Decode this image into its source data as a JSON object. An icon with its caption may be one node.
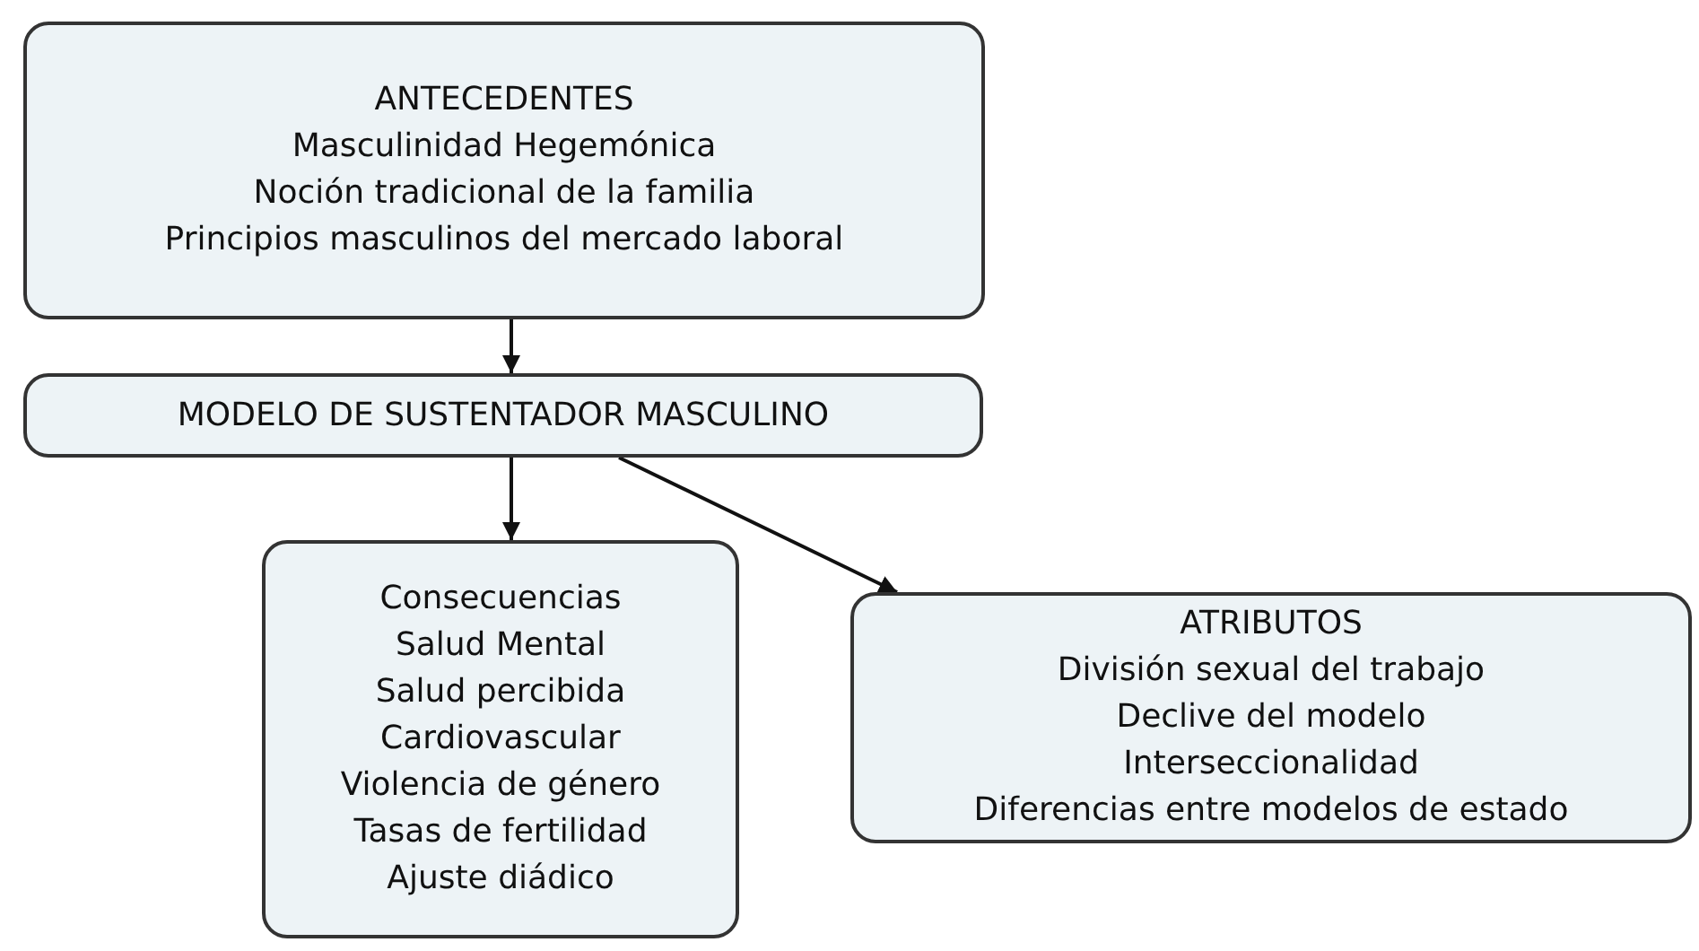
{
  "diagram": {
    "nodes": [
      {
        "text": [
          "ANTECEDENTES",
          "Masculinidad Hegemónica",
          "Noción tradicional de la familia",
          "Principios masculinos del mercado laboral"
        ]
      },
      {
        "text": [
          "MODELO DE SUSTENTADOR MASCULINO"
        ]
      },
      {
        "text": [
          "Consecuencias",
          "Salud Mental",
          "Salud percibida",
          "Cardiovascular",
          "Violencia de género",
          "Tasas de fertilidad",
          "Ajuste diádico"
        ]
      },
      {
        "text": [
          "ATRIBUTOS",
          "División sexual del trabajo",
          "Declive del modelo",
          "Interseccionalidad",
          "Diferencias entre modelos de estado"
        ]
      }
    ],
    "edges": [
      {
        "from": 0,
        "to": 1,
        "arrow": "to"
      },
      {
        "from": 1,
        "to": 2,
        "arrow": "to"
      },
      {
        "from": 1,
        "to": 3,
        "arrow": "to"
      }
    ]
  }
}
